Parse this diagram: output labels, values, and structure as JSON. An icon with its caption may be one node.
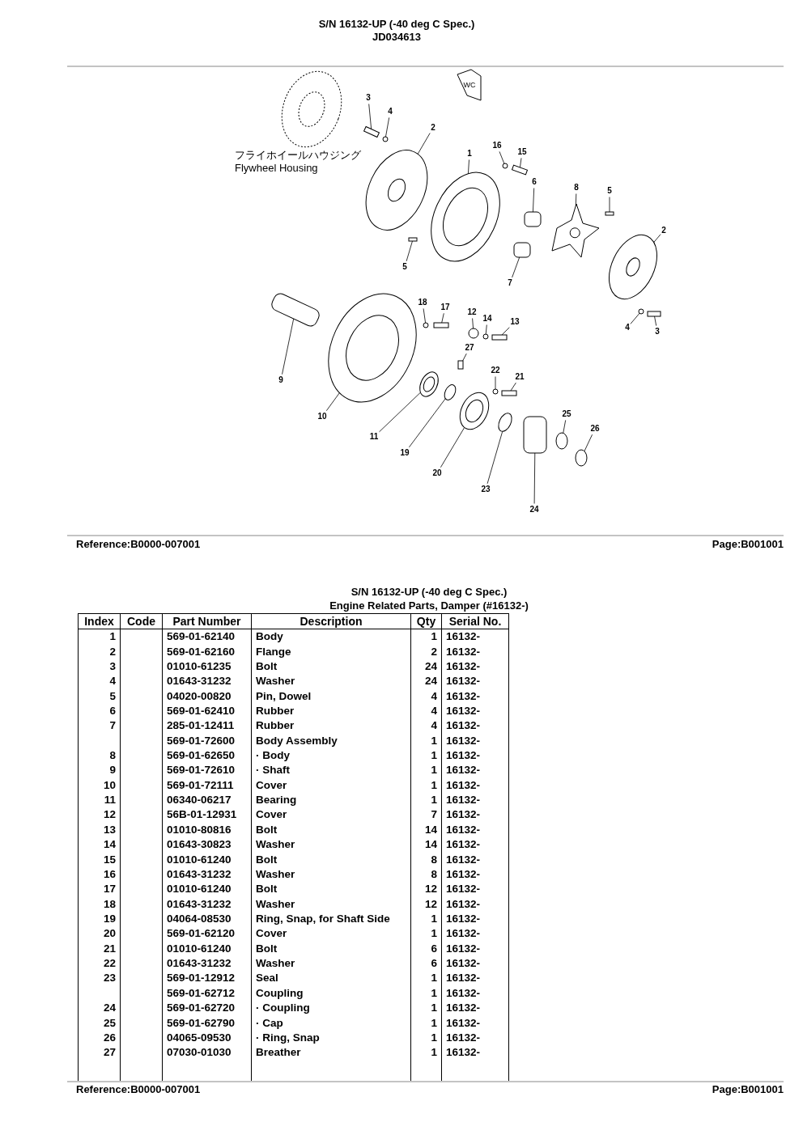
{
  "diagram": {
    "nodes": [
      {
        "text": [
          "3"
        ]
      },
      {
        "text": [
          "4"
        ]
      },
      {
        "text": [
          "2"
        ]
      },
      {
        "text": [
          "1"
        ]
      },
      {
        "text": [
          "16"
        ]
      },
      {
        "text": [
          "15"
        ]
      },
      {
        "text": [
          "6"
        ]
      },
      {
        "text": [
          "8"
        ]
      },
      {
        "text": [
          "5"
        ]
      },
      {
        "text": [
          "2"
        ]
      },
      {
        "text": [
          "5"
        ]
      },
      {
        "text": [
          "7"
        ]
      },
      {
        "text": [
          "18"
        ]
      },
      {
        "text": [
          "17"
        ]
      },
      {
        "text": [
          "12"
        ]
      },
      {
        "text": [
          "14"
        ]
      },
      {
        "text": [
          "13"
        ]
      },
      {
        "text": [
          "4"
        ]
      },
      {
        "text": [
          "3"
        ]
      },
      {
        "text": [
          "9"
        ]
      },
      {
        "text": [
          "10"
        ]
      },
      {
        "text": [
          "27"
        ]
      },
      {
        "text": [
          "22"
        ]
      },
      {
        "text": [
          "21"
        ]
      },
      {
        "text": [
          "11"
        ]
      },
      {
        "text": [
          "19"
        ]
      },
      {
        "text": [
          "20"
        ]
      },
      {
        "text": [
          "25"
        ]
      },
      {
        "text": [
          "26"
        ]
      },
      {
        "text": [
          "23"
        ]
      },
      {
        "text": [
          "24"
        ]
      },
      {
        "text": [],
        "shape": "box"
      },
      {
        "text": [],
        "shape": "circle"
      },
      {
        "text": [],
        "shape": "picture"
      },
      {
        "text": [],
        "shape": "picture"
      },
      {
        "text": [],
        "shape": "circle"
      },
      {
        "text": [],
        "shape": "box"
      },
      {
        "text": [],
        "shape": "box"
      },
      {
        "text": [],
        "shape": "picture"
      },
      {
        "text": [],
        "shape": "box"
      },
      {
        "text": [],
        "shape": "picture"
      },
      {
        "text": [],
        "shape": "box"
      },
      {
        "text": [],
        "shape": "box"
      },
      {
        "text": [],
        "shape": "circle"
      },
      {
        "text": [],
        "shape": "box"
      },
      {
        "text": [],
        "shape": "circle"
      },
      {
        "text": [],
        "shape": "circle"
      },
      {
        "text": [],
        "shape": "box"
      },
      {
        "text": [],
        "shape": "circle"
      },
      {
        "text": [],
        "shape": "box"
      },
      {
        "text": [],
        "shape": "box"
      },
      {
        "text": [],
        "shape": "picture"
      },
      {
        "text": [],
        "shape": "box"
      },
      {
        "text": [],
        "shape": "circle"
      },
      {
        "text": [],
        "shape": "box"
      },
      {
        "text": [],
        "shape": "picture"
      },
      {
        "text": [],
        "shape": "circle"
      },
      {
        "text": [],
        "shape": "picture"
      },
      {
        "text": [],
        "shape": "circle"
      },
      {
        "text": [],
        "shape": "circle"
      },
      {
        "text": [],
        "shape": "circle"
      },
      {
        "text": [],
        "shape": "box"
      }
    ],
    "edges": [
      {
        "from": 0,
        "to": 31,
        "arrow": "none"
      },
      {
        "from": 1,
        "to": 32,
        "arrow": "none"
      },
      {
        "from": 2,
        "to": 33,
        "arrow": "none"
      },
      {
        "from": 3,
        "to": 34,
        "arrow": "none"
      },
      {
        "from": 4,
        "to": 35,
        "arrow": "none"
      },
      {
        "from": 5,
        "to": 36,
        "arrow": "none"
      },
      {
        "from": 6,
        "to": 37,
        "arrow": "none"
      },
      {
        "from": 7,
        "to": 38,
        "arrow": "none"
      },
      {
        "from": 8,
        "to": 39,
        "arrow": "none"
      },
      {
        "from": 9,
        "to": 40,
        "arrow": "none"
      },
      {
        "from": 10,
        "to": 41,
        "arrow": "none"
      },
      {
        "from": 11,
        "to": 42,
        "arrow": "none"
      },
      {
        "from": 12,
        "to": 43,
        "arrow": "none"
      },
      {
        "from": 13,
        "to": 44,
        "arrow": "none"
      },
      {
        "from": 14,
        "to": 45,
        "arrow": "none"
      },
      {
        "from": 15,
        "to": 46,
        "arrow": "none"
      },
      {
        "from": 16,
        "to": 47,
        "arrow": "none"
      },
      {
        "from": 17,
        "to": 48,
        "arrow": "none"
      },
      {
        "from": 18,
        "to": 49,
        "arrow": "none"
      },
      {
        "from": 19,
        "to": 50,
        "arrow": "none"
      },
      {
        "from": 20,
        "to": 51,
        "arrow": "none"
      },
      {
        "from": 21,
        "to": 52,
        "arrow": "none"
      },
      {
        "from": 22,
        "to": 53,
        "arrow": "none"
      },
      {
        "from": 23,
        "to": 54,
        "arrow": "none"
      },
      {
        "from": 24,
        "to": 55,
        "arrow": "none"
      },
      {
        "from": 25,
        "to": 56,
        "arrow": "none"
      },
      {
        "from": 26,
        "to": 57,
        "arrow": "none"
      },
      {
        "from": 27,
        "to": 58,
        "arrow": "none"
      },
      {
        "from": 28,
        "to": 59,
        "arrow": "none"
      },
      {
        "from": 29,
        "to": 60,
        "arrow": "none"
      },
      {
        "from": 30,
        "to": 61,
        "arrow": "none"
      }
    ],
    "labels": [
      "S/N 16132-UP (-40 deg C Spec.)",
      "JD034613",
      "WC",
      "フライホイールハウジング",
      "Flywheel Housing",
      "Reference:B0000-007001",
      "Page:B001001",
      "S/N 16132-UP (-40 deg C Spec.)",
      "Engine Related Parts, Damper (#16132-)",
      "Index",
      "Code",
      "Part Number",
      "Description",
      "Qty",
      "Serial No.",
      "1",
      "569-01-62140",
      "Body",
      "1",
      "16132-",
      "2",
      "569-01-62160",
      "Flange",
      "2",
      "16132-",
      "3",
      "01010-61235",
      "Bolt",
      "24",
      "16132-",
      "4",
      "01643-31232",
      "Washer",
      "24",
      "16132-",
      "5",
      "04020-00820",
      "Pin, Dowel",
      "4",
      "16132-",
      "6",
      "569-01-62410",
      "Rubber",
      "4",
      "16132-",
      "7",
      "285-01-12411",
      "Rubber",
      "4",
      "16132-",
      "569-01-72600",
      "Body Assembly",
      "1",
      "16132-",
      "8",
      "569-01-62650",
      "· Body",
      "1",
      "16132-",
      "9",
      "569-01-72610",
      "· Shaft",
      "1",
      "16132-",
      "10",
      "569-01-72111",
      "Cover",
      "1",
      "16132-",
      "11",
      "06340-06217",
      "Bearing",
      "1",
      "16132-",
      "12",
      "56B-01-12931",
      "Cover",
      "7",
      "16132-",
      "13",
      "01010-80816",
      "Bolt",
      "14",
      "16132-",
      "14",
      "01643-30823",
      "Washer",
      "14",
      "16132-",
      "15",
      "01010-61240",
      "Bolt",
      "8",
      "16132-",
      "16",
      "01643-31232",
      "Washer",
      "8",
      "16132-",
      "17",
      "01010-61240",
      "Bolt",
      "12",
      "16132-",
      "18",
      "01643-31232",
      "Washer",
      "12",
      "16132-",
      "19",
      "04064-08530",
      "Ring, Snap, for Shaft Side",
      "1",
      "16132-",
      "20",
      "569-01-62120",
      "Cover",
      "1",
      "16132-",
      "21",
      "01010-61240",
      "Bolt",
      "6",
      "16132-",
      "22",
      "01643-31232",
      "Washer",
      "6",
      "16132-",
      "23",
      "569-01-12912",
      "Seal",
      "1",
      "16132-",
      "569-01-62712",
      "Coupling",
      "1",
      "16132-",
      "24",
      "569-01-62720",
      "· Coupling",
      "1",
      "16132-",
      "25",
      "569-01-62790",
      "· Cap",
      "1",
      "16132-",
      "26",
      "04065-09530",
      "· Ring, Snap",
      "1",
      "16132-",
      "27",
      "07030-01030",
      "Breather",
      "1",
      "16132-",
      "Reference:B0000-007001",
      "Page:B001001"
    ]
  }
}
